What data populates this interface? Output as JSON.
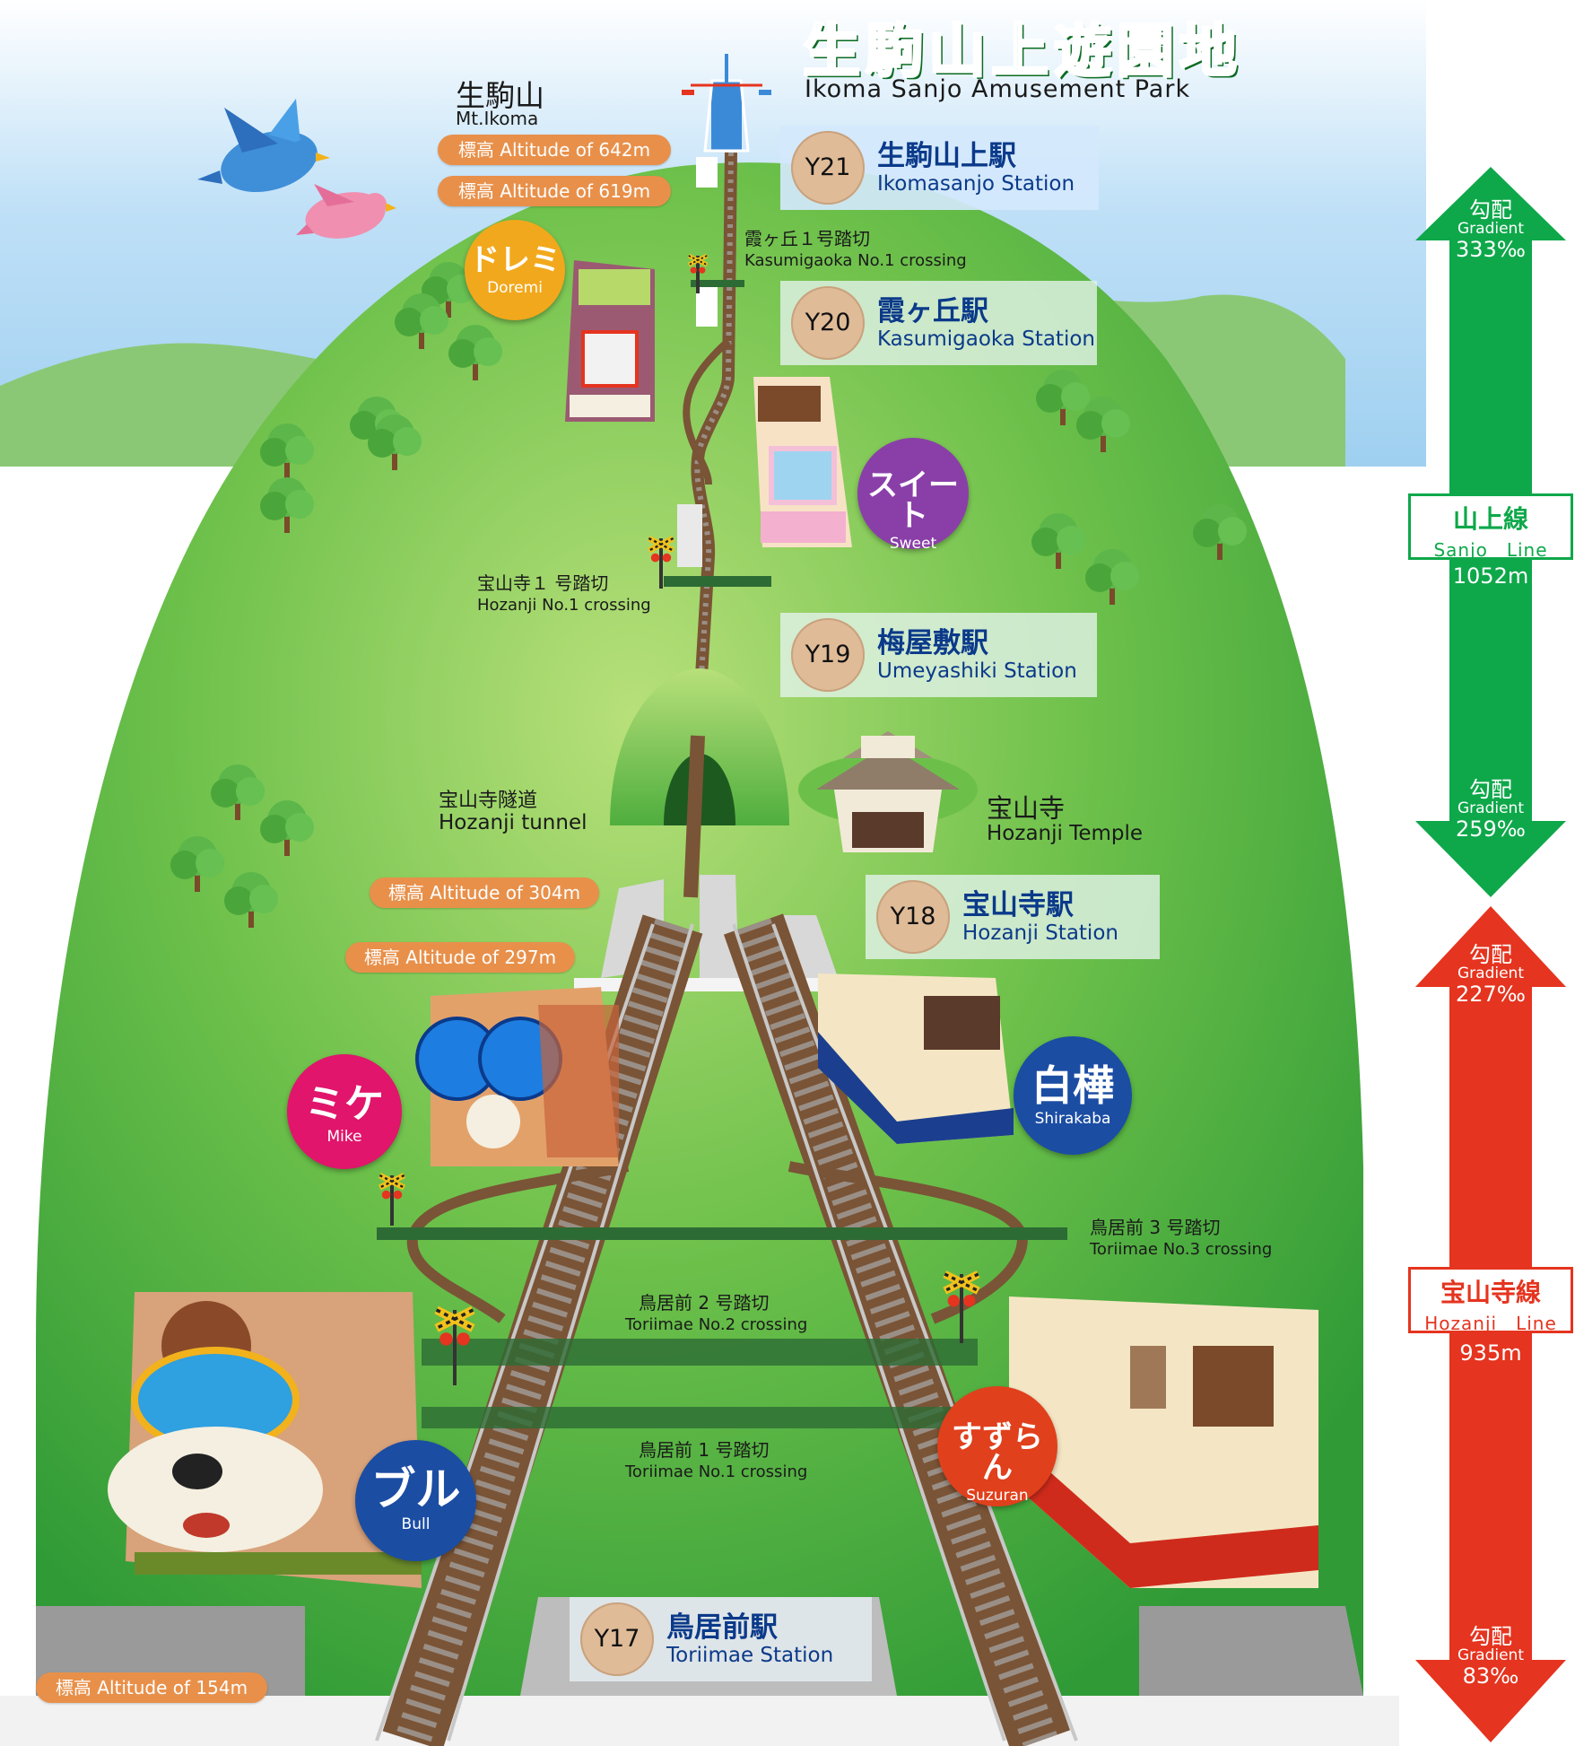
{
  "park": {
    "title_jp": "生駒山上遊園地",
    "title_en": "Ikoma Sanjo Amusement Park"
  },
  "mountain": {
    "name_jp": "生駒山",
    "name_en": "Mt.Ikoma"
  },
  "altitudes": {
    "summit": "標高 Altitude of 642m",
    "upper_station": "標高 Altitude of 619m",
    "hozanji_upper": "標高 Altitude of 304m",
    "hozanji_lower": "標高 Altitude of 297m",
    "toriimae": "標高 Altitude of 154m"
  },
  "stations": {
    "y21": {
      "code": "Y21",
      "jp": "生駒山上駅",
      "en": "Ikomasanjo Station"
    },
    "y20": {
      "code": "Y20",
      "jp": "霞ヶ丘駅",
      "en": "Kasumigaoka Station"
    },
    "y19": {
      "code": "Y19",
      "jp": "梅屋敷駅",
      "en": "Umeyashiki Station"
    },
    "y18": {
      "code": "Y18",
      "jp": "宝山寺駅",
      "en": "Hozanji Station"
    },
    "y17": {
      "code": "Y17",
      "jp": "鳥居前駅",
      "en": "Toriimae Station"
    }
  },
  "crossings": {
    "kasumigaoka1": {
      "jp": "霞ヶ丘１号踏切",
      "en": "Kasumigaoka No.1 crossing"
    },
    "hozanji1": {
      "jp": "宝山寺１ 号踏切",
      "en": "Hozanji No.1 crossing"
    },
    "toriimae3": {
      "jp": "鳥居前 3 号踏切",
      "en": "Toriimae No.3 crossing"
    },
    "toriimae2": {
      "jp": "鳥居前 2 号踏切",
      "en": "Toriimae No.2 crossing"
    },
    "toriimae1": {
      "jp": "鳥居前 1 号踏切",
      "en": "Toriimae No.1 crossing"
    }
  },
  "landmarks": {
    "tunnel": {
      "jp": "宝山寺隧道",
      "en": "Hozanji tunnel"
    },
    "temple": {
      "jp": "宝山寺",
      "en": "Hozanji Temple"
    }
  },
  "cars": {
    "doremi": {
      "jp": "ドレミ",
      "en": "Doremi",
      "color": "#f2a81c"
    },
    "sweet": {
      "jp": "スイート",
      "en": "Sweet",
      "color": "#8a3fa8"
    },
    "mike": {
      "jp": "ミケ",
      "en": "Mike",
      "color": "#e0156b"
    },
    "shirakaba": {
      "jp": "白樺",
      "en": "Shirakaba",
      "color": "#1b4da3"
    },
    "bull": {
      "jp": "ブル",
      "en": "Bull",
      "color": "#1b4da3"
    },
    "suzuran": {
      "jp": "すずらん",
      "en": "Suzuran",
      "color": "#e0401c"
    }
  },
  "sanjo_line": {
    "name_jp": "山上線",
    "name_en": "Sanjo　Line",
    "length": "1052m",
    "gradient_max": {
      "jp": "勾配",
      "en": "Gradient",
      "value": "333‰"
    },
    "gradient_min": {
      "jp": "勾配",
      "en": "Gradient",
      "value": "259‰"
    },
    "color": "#0ea84a"
  },
  "hozanji_line": {
    "name_jp": "宝山寺線",
    "name_en": "Hozanji　Line",
    "length": "935m",
    "gradient_max": {
      "jp": "勾配",
      "en": "Gradient",
      "value": "227‰"
    },
    "gradient_min": {
      "jp": "勾配",
      "en": "Gradient",
      "value": "83‰"
    },
    "color": "#e5341f"
  }
}
